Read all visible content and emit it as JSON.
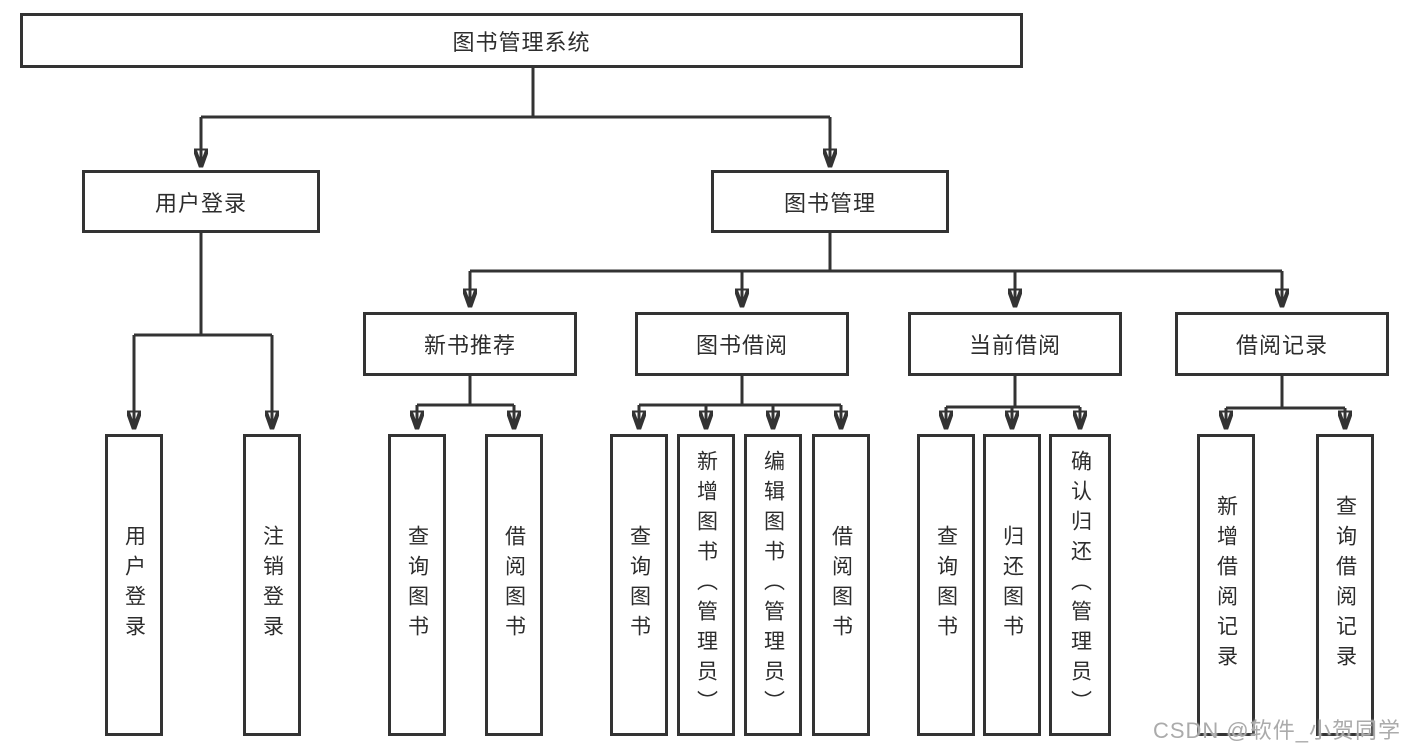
{
  "diagram": {
    "root": {
      "label": "图书管理系统"
    },
    "level2": [
      {
        "label": "用户登录",
        "children": [
          {
            "label": "用户登录"
          },
          {
            "label": "注销登录"
          }
        ]
      },
      {
        "label": "图书管理",
        "children": [
          {
            "label": "新书推荐",
            "children": [
              {
                "label": "查询图书"
              },
              {
                "label": "借阅图书"
              }
            ]
          },
          {
            "label": "图书借阅",
            "children": [
              {
                "label": "查询图书"
              },
              {
                "label": "新增图书（管理员）"
              },
              {
                "label": "编辑图书（管理员）"
              },
              {
                "label": "借阅图书"
              }
            ]
          },
          {
            "label": "当前借阅",
            "children": [
              {
                "label": "查询图书"
              },
              {
                "label": "归还图书"
              },
              {
                "label": "确认归还（管理员）"
              }
            ]
          },
          {
            "label": "借阅记录",
            "children": [
              {
                "label": "新增借阅记录"
              },
              {
                "label": "查询借阅记录"
              }
            ]
          }
        ]
      }
    ]
  },
  "watermark": "CSDN @软件_小贺同学",
  "colors": {
    "line": "#333333",
    "box_border": "#333333",
    "box_fill": "#ffffff",
    "text": "#2d2d2d",
    "watermark": "#ababab",
    "background": "#ffffff"
  }
}
